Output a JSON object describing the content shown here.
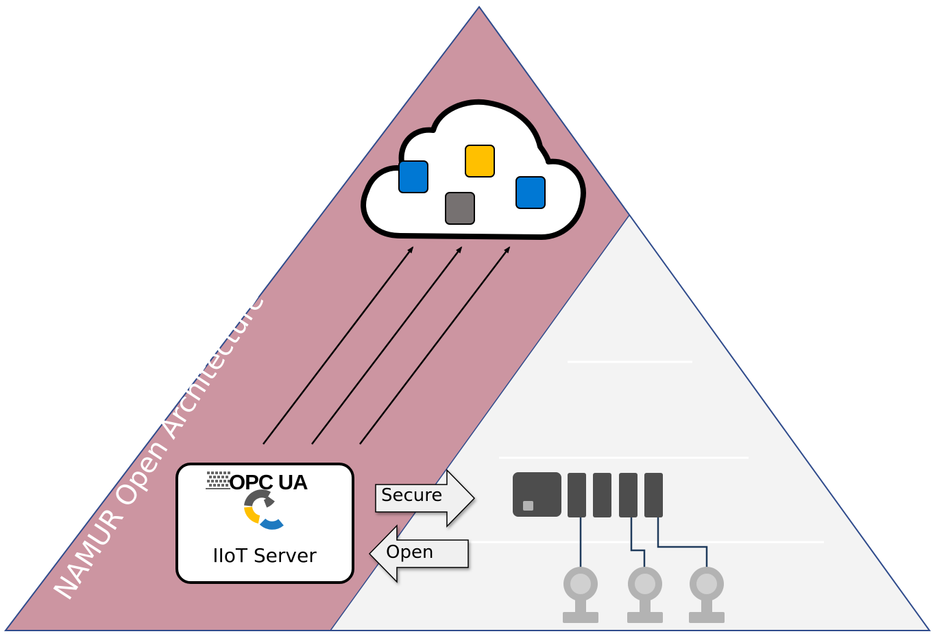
{
  "diagram": {
    "vertical_title": "NAMUR Open Architecture",
    "server": {
      "logo_text": "OPC UA",
      "label": "IIoT Server"
    },
    "arrows": {
      "secure_label": "Secure",
      "open_label": "Open"
    }
  },
  "colors": {
    "namur_band": "#cc95a1",
    "triangle_outline": "#2f4b8c",
    "pyramid_fill": "#f2f2f2",
    "app_blue": "#0078d4",
    "app_yellow": "#ffc000",
    "app_gray": "#767171",
    "device_dark": "#4d4d4d",
    "sensor_gray": "#b3b3b3",
    "wire_blue": "#1f3b5c"
  }
}
